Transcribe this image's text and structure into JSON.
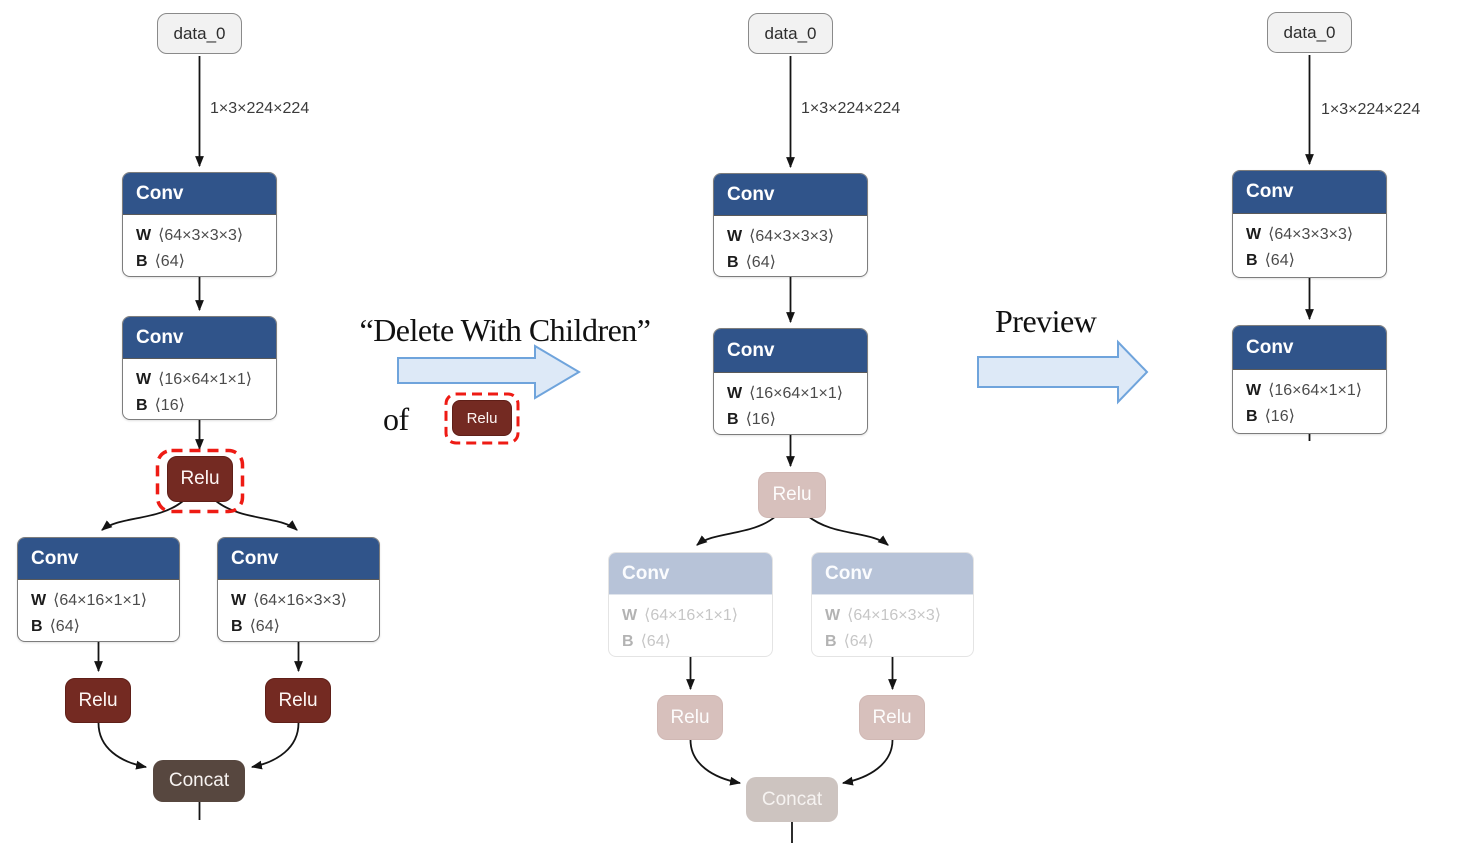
{
  "graph": {
    "input_label": "data_0",
    "tensor_label": "1×3×224×224",
    "conv_label": "Conv",
    "w_key": "W",
    "b_key": "B",
    "conv1_w": "⟨64×3×3×3⟩",
    "conv1_b": "⟨64⟩",
    "conv2_w": "⟨16×64×1×1⟩",
    "con2_note": "",
    "conv2_b": "⟨16⟩",
    "conv3_w": "⟨64×16×1×1⟩",
    "conv3_b": "⟨64⟩",
    "conv4_w": "⟨64×16×3×3⟩",
    "conv4_b": "⟨64⟩",
    "relu_label": "Relu",
    "concat_label": "Concat"
  },
  "annotations": {
    "action_quote": "“Delete With Children”",
    "action_of": "of",
    "action_target": "Relu",
    "preview": "Preview"
  },
  "colors": {
    "conv_header": "#30548A",
    "relu_fill": "#742A22",
    "concat_fill": "#57473F",
    "input_fill": "#F2F2F2",
    "faded_conv_header": "#B7C3D8",
    "faded_relu_fill": "#D7C0BC",
    "faded_concat_fill": "#CDC4C0",
    "highlight_dash_red": "#EE1B14",
    "block_arrow_fill": "#DDE9F7",
    "block_arrow_stroke": "#6FA4DC",
    "edge_stroke": "#141414"
  }
}
